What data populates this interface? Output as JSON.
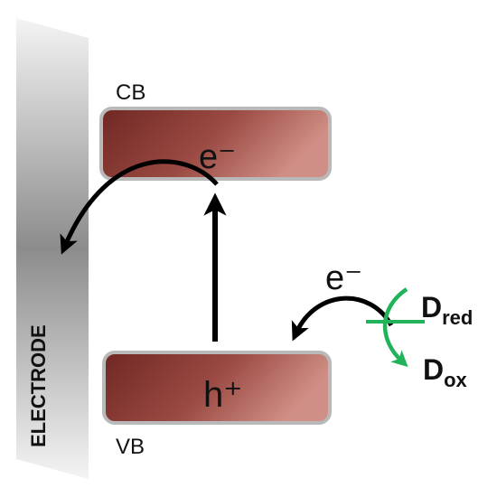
{
  "electrode": {
    "label": "ELECTRODE"
  },
  "conduction_band": {
    "label": "CB",
    "carrier": "e⁻"
  },
  "valence_band": {
    "label": "VB",
    "carrier": "h⁺"
  },
  "donor": {
    "electron": "e⁻",
    "reduced": {
      "base": "D",
      "sub": "red"
    },
    "oxidized": {
      "base": "D",
      "sub": "ox"
    }
  },
  "colors": {
    "band_dark": "#7a2e2a",
    "band_light": "#c98178",
    "band_stroke": "#b9b9b9",
    "electrode_dark": "#8a8a8a",
    "electrode_light": "#f2f2f2",
    "arrow": "#000000",
    "donor_arrow": "#21b35a"
  }
}
